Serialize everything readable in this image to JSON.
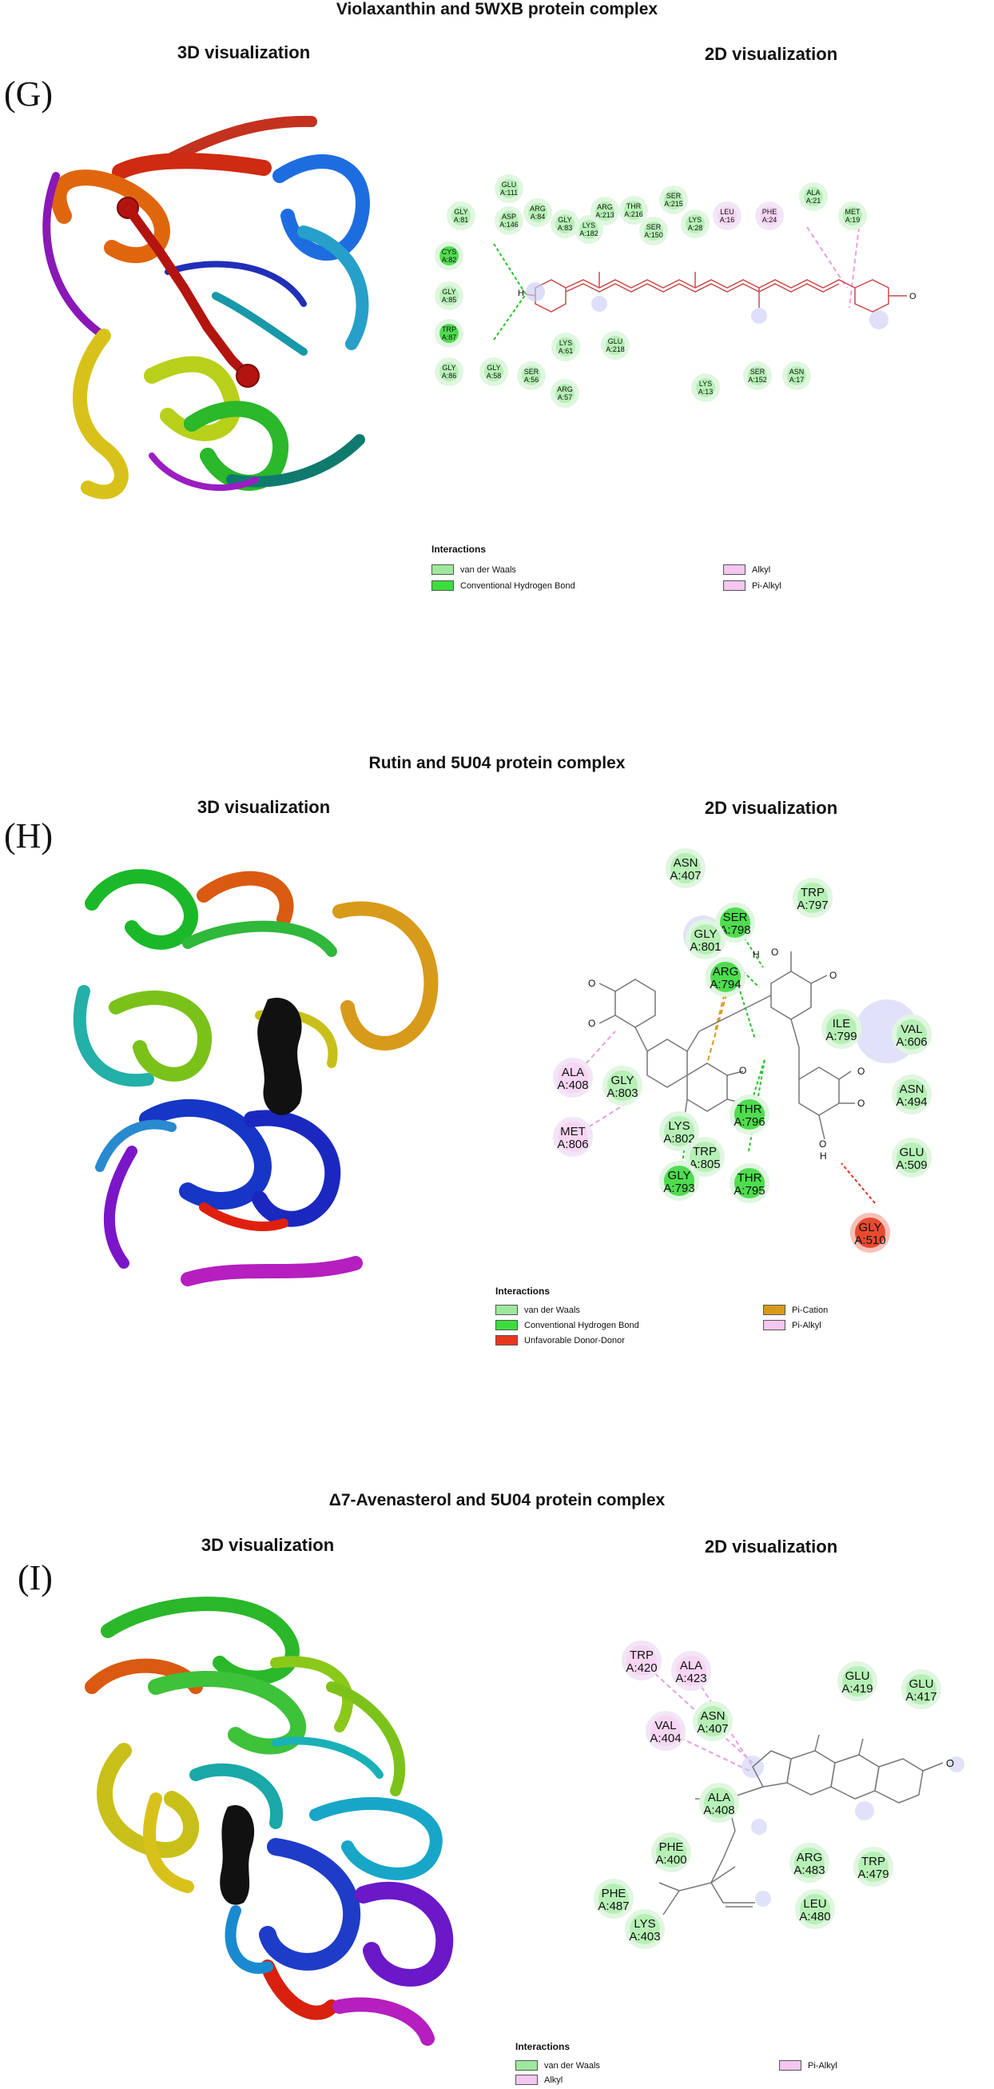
{
  "panels": [
    {
      "title": "Violaxanthin and 5WXB protein complex",
      "letter": "(G)",
      "label_3d": "3D visualization",
      "label_2d": "2D visualization",
      "legend_title": "Interactions",
      "legend": [
        {
          "label": "van der Waals",
          "color": "#9ee89e"
        },
        {
          "label": "Conventional Hydrogen Bond",
          "color": "#3ddc3d"
        },
        {
          "label": "Alkyl",
          "color": "#f4c6f0"
        },
        {
          "label": "Pi-Alkyl",
          "color": "#f4c6f0"
        }
      ],
      "residues": [
        {
          "name": "GLU",
          "num": "A:111",
          "type": "vdw"
        },
        {
          "name": "GLY",
          "num": "A:81",
          "type": "vdw"
        },
        {
          "name": "ASP",
          "num": "A:146",
          "type": "vdw"
        },
        {
          "name": "ARG",
          "num": "A:84",
          "type": "vdw"
        },
        {
          "name": "GLY",
          "num": "A:83",
          "type": "vdw"
        },
        {
          "name": "ARG",
          "num": "A:213",
          "type": "vdw"
        },
        {
          "name": "LYS",
          "num": "A:182",
          "type": "vdw"
        },
        {
          "name": "THR",
          "num": "A:216",
          "type": "vdw"
        },
        {
          "name": "SER",
          "num": "A:215",
          "type": "vdw"
        },
        {
          "name": "SER",
          "num": "A:150",
          "type": "vdw"
        },
        {
          "name": "LYS",
          "num": "A:28",
          "type": "vdw"
        },
        {
          "name": "LEU",
          "num": "A:16",
          "type": "alkyl"
        },
        {
          "name": "PHE",
          "num": "A:24",
          "type": "alkyl"
        },
        {
          "name": "ALA",
          "num": "A:21",
          "type": "vdw"
        },
        {
          "name": "MET",
          "num": "A:19",
          "type": "vdw"
        },
        {
          "name": "CYS",
          "num": "A:82",
          "type": "hb"
        },
        {
          "name": "GLY",
          "num": "A:85",
          "type": "vdw"
        },
        {
          "name": "TRP",
          "num": "A:87",
          "type": "hb"
        },
        {
          "name": "GLY",
          "num": "A:86",
          "type": "vdw"
        },
        {
          "name": "GLY",
          "num": "A:58",
          "type": "vdw"
        },
        {
          "name": "SER",
          "num": "A:56",
          "type": "vdw"
        },
        {
          "name": "LYS",
          "num": "A:61",
          "type": "vdw"
        },
        {
          "name": "GLU",
          "num": "A:218",
          "type": "vdw"
        },
        {
          "name": "ARG",
          "num": "A:57",
          "type": "vdw"
        },
        {
          "name": "LYS",
          "num": "A:13",
          "type": "vdw"
        },
        {
          "name": "SER",
          "num": "A:152",
          "type": "vdw"
        },
        {
          "name": "ASN",
          "num": "A:17",
          "type": "vdw"
        }
      ]
    },
    {
      "title": "Rutin and 5U04 protein complex",
      "letter": "(H)",
      "label_3d": "3D visualization",
      "label_2d": "2D visualization",
      "legend_title": "Interactions",
      "legend": [
        {
          "label": "van der Waals",
          "color": "#9ee89e"
        },
        {
          "label": "Conventional Hydrogen Bond",
          "color": "#3ddc3d"
        },
        {
          "label": "Unfavorable Donor-Donor",
          "color": "#e8361e"
        },
        {
          "label": "Pi-Cation",
          "color": "#d99a1c"
        },
        {
          "label": "Pi-Alkyl",
          "color": "#f4c6f0"
        }
      ],
      "residues": [
        {
          "name": "ASN",
          "num": "A:407",
          "type": "vdw"
        },
        {
          "name": "TRP",
          "num": "A:797",
          "type": "vdw"
        },
        {
          "name": "SER",
          "num": "A:798",
          "type": "hb"
        },
        {
          "name": "GLY",
          "num": "A:801",
          "type": "vdw"
        },
        {
          "name": "ARG",
          "num": "A:794",
          "type": "hb"
        },
        {
          "name": "ILE",
          "num": "A:799",
          "type": "vdw"
        },
        {
          "name": "VAL",
          "num": "A:606",
          "type": "vdw"
        },
        {
          "name": "ALA",
          "num": "A:408",
          "type": "alkyl"
        },
        {
          "name": "GLY",
          "num": "A:803",
          "type": "vdw"
        },
        {
          "name": "ASN",
          "num": "A:494",
          "type": "vdw"
        },
        {
          "name": "MET",
          "num": "A:806",
          "type": "alkyl"
        },
        {
          "name": "LYS",
          "num": "A:802",
          "type": "vdw"
        },
        {
          "name": "THR",
          "num": "A:796",
          "type": "hb"
        },
        {
          "name": "TRP",
          "num": "A:805",
          "type": "vdw"
        },
        {
          "name": "GLU",
          "num": "A:509",
          "type": "vdw"
        },
        {
          "name": "GLY",
          "num": "A:793",
          "type": "hb"
        },
        {
          "name": "THR",
          "num": "A:795",
          "type": "hb"
        },
        {
          "name": "GLY",
          "num": "A:510",
          "type": "unfav"
        }
      ]
    },
    {
      "title": "Δ7-Avenasterol and 5U04 protein complex",
      "letter": "(I)",
      "label_3d": "3D visualization",
      "label_2d": "2D visualization",
      "legend_title": "Interactions",
      "legend": [
        {
          "label": "van der Waals",
          "color": "#9ee89e"
        },
        {
          "label": "Alkyl",
          "color": "#f4c6f0"
        },
        {
          "label": "Pi-Alkyl",
          "color": "#f4c6f0"
        }
      ],
      "residues": [
        {
          "name": "TRP",
          "num": "A:420",
          "type": "alkyl"
        },
        {
          "name": "ALA",
          "num": "A:423",
          "type": "alkyl"
        },
        {
          "name": "GLU",
          "num": "A:419",
          "type": "vdw"
        },
        {
          "name": "GLU",
          "num": "A:417",
          "type": "vdw"
        },
        {
          "name": "VAL",
          "num": "A:404",
          "type": "alkyl"
        },
        {
          "name": "ASN",
          "num": "A:407",
          "type": "vdw"
        },
        {
          "name": "ALA",
          "num": "A:408",
          "type": "vdw"
        },
        {
          "name": "PHE",
          "num": "A:400",
          "type": "vdw"
        },
        {
          "name": "ARG",
          "num": "A:483",
          "type": "vdw"
        },
        {
          "name": "TRP",
          "num": "A:479",
          "type": "vdw"
        },
        {
          "name": "PHE",
          "num": "A:487",
          "type": "vdw"
        },
        {
          "name": "LEU",
          "num": "A:480",
          "type": "vdw"
        },
        {
          "name": "LYS",
          "num": "A:403",
          "type": "vdw"
        }
      ]
    }
  ],
  "colors": {
    "vdw": "#b6f0b6",
    "hb": "#4fdc4f",
    "alkyl": "#f7d5f3",
    "unfav": "#e84a2e"
  },
  "atom_labels": {
    "o": "O",
    "h": "H"
  }
}
